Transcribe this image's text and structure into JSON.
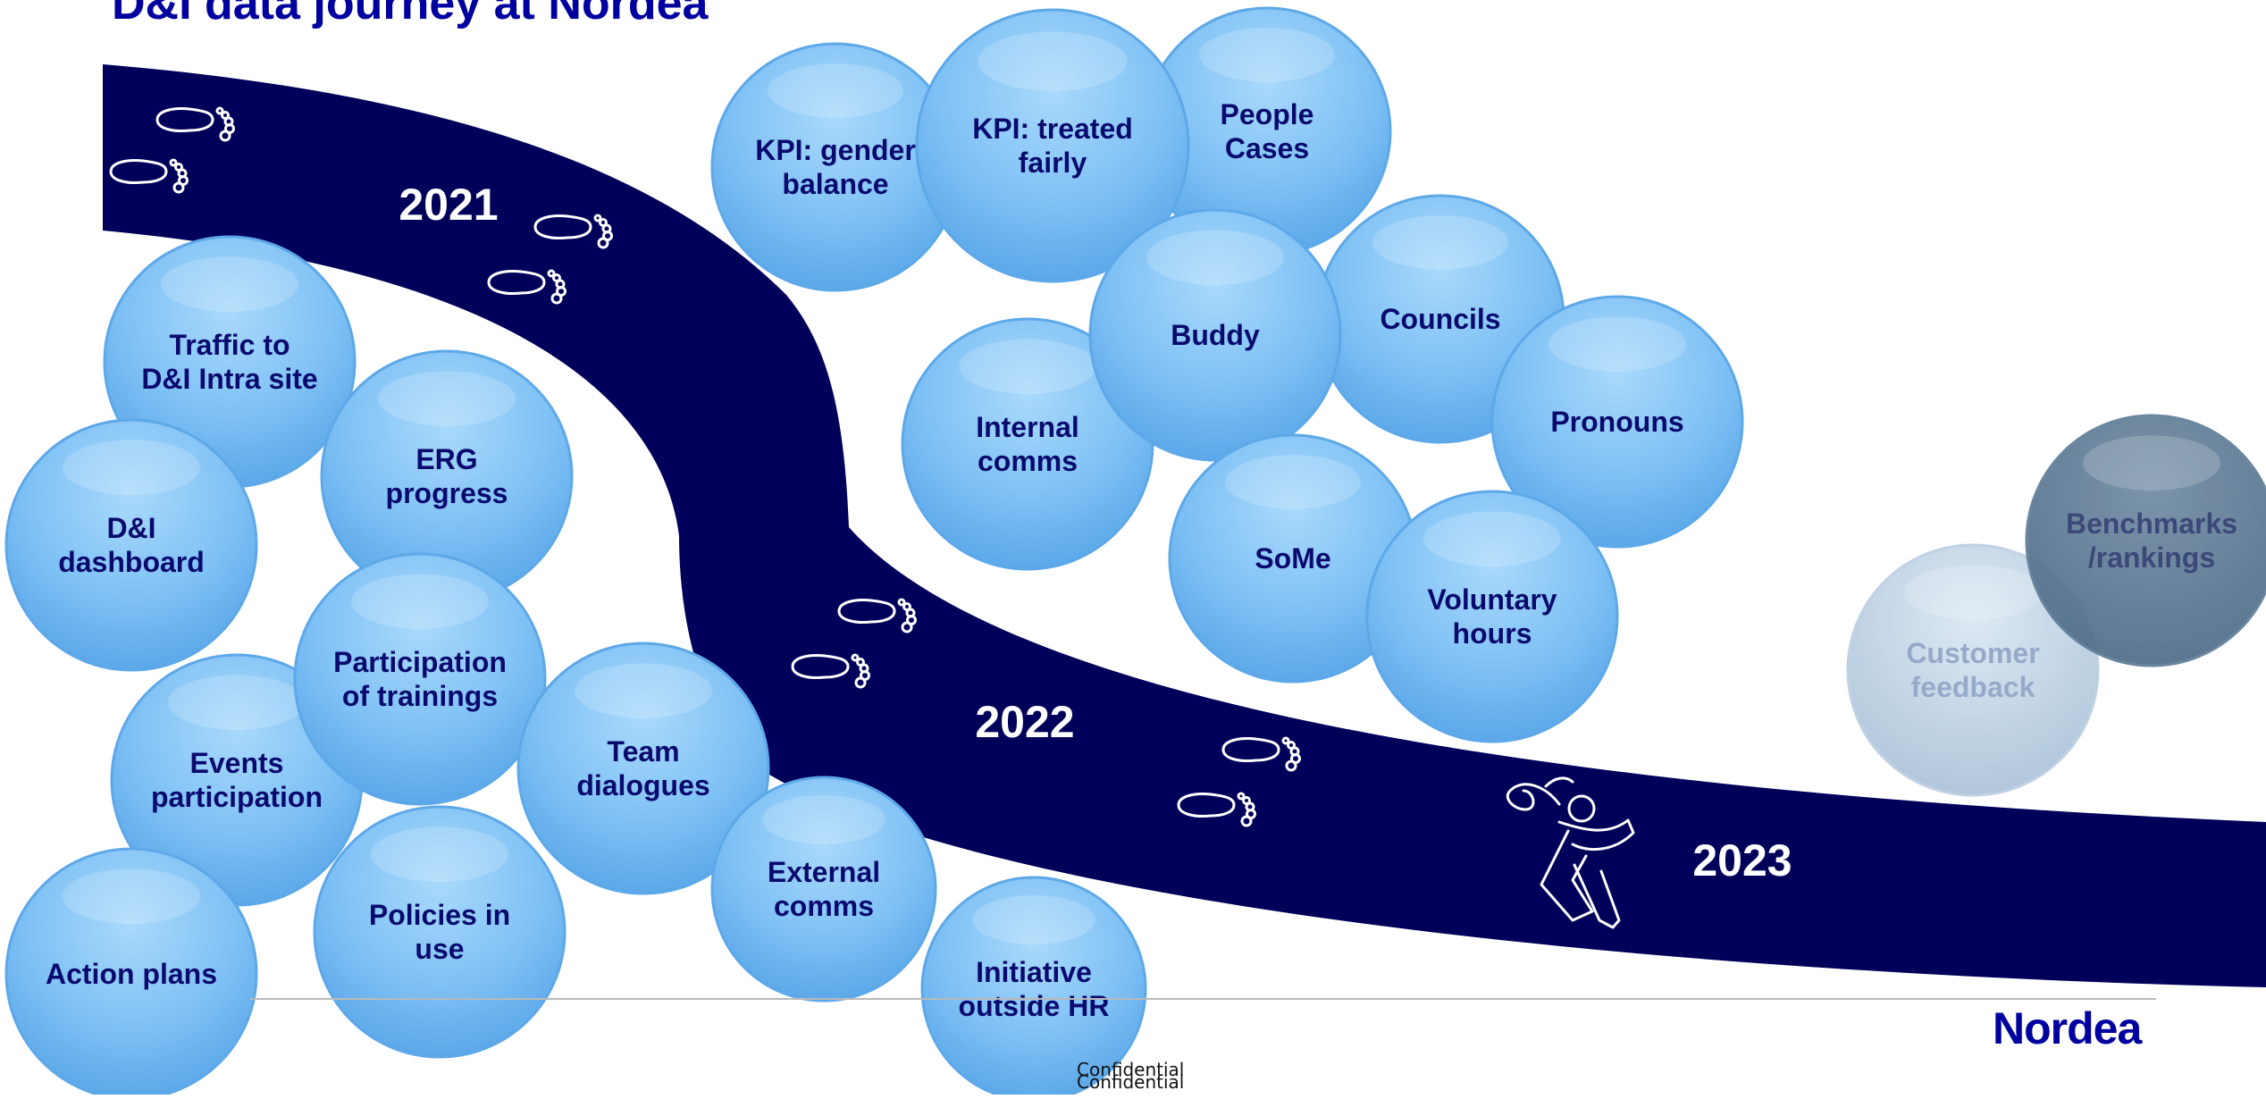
{
  "title": "D&I data journey at Nordea",
  "years": [
    "2021",
    "2022",
    "2023"
  ],
  "bubbles": [
    {
      "label": "KPI: gender balance",
      "state": "active"
    },
    {
      "label": "People Cases",
      "state": "active"
    },
    {
      "label": "KPI: treated fairly",
      "state": "active"
    },
    {
      "label": "Councils",
      "state": "active"
    },
    {
      "label": "Internal comms",
      "state": "active"
    },
    {
      "label": "Buddy",
      "state": "active"
    },
    {
      "label": "Pronouns",
      "state": "active"
    },
    {
      "label": "SoMe",
      "state": "active"
    },
    {
      "label": "Voluntary hours",
      "state": "active"
    },
    {
      "label": "Traffic to D&I Intra site",
      "state": "active"
    },
    {
      "label": "D&I dashboard",
      "state": "active"
    },
    {
      "label": "ERG progress",
      "state": "active"
    },
    {
      "label": "Events participation",
      "state": "active"
    },
    {
      "label": "Participation of trainings",
      "state": "active"
    },
    {
      "label": "Team dialogues",
      "state": "active"
    },
    {
      "label": "Action plans",
      "state": "active"
    },
    {
      "label": "Policies in use",
      "state": "active"
    },
    {
      "label": "External comms",
      "state": "active"
    },
    {
      "label": "Initiative outside HR",
      "state": "active"
    },
    {
      "label": "Customer feedback",
      "state": "future-light"
    },
    {
      "label": "Benchmarks /rankings",
      "state": "future-dark"
    }
  ],
  "icons": [
    "footprints-icon",
    "runner-icon"
  ],
  "brand": "Nordea",
  "footer": {
    "confidential": "Confidential"
  },
  "colors": {
    "path": "#00005a",
    "bubble_text": "#0a0a6e",
    "brand": "#0000a0"
  }
}
